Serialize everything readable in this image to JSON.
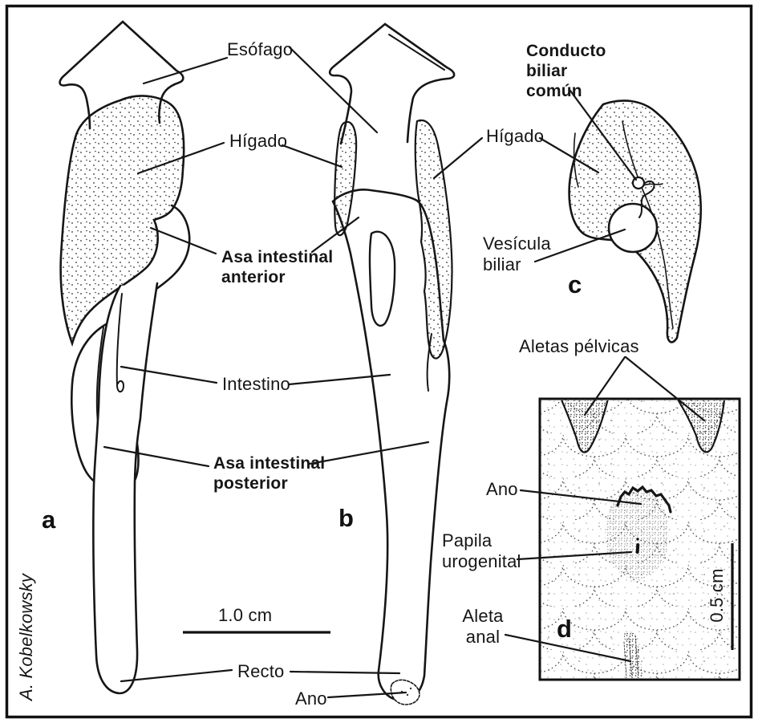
{
  "figure": {
    "credit": "A. Kobelkowsky",
    "colors": {
      "ink": "#161616",
      "paper": "#ffffff"
    },
    "panels": {
      "a": {
        "letter": "a"
      },
      "b": {
        "letter": "b"
      },
      "c": {
        "letter": "c"
      },
      "d": {
        "letter": "d"
      }
    },
    "labels": {
      "esofago": "Esófago",
      "higado_left": "Hígado",
      "higado_right": "Hígado",
      "asa_intestinal_anterior": "Asa intestinal\nanterior",
      "intestino": "Intestino",
      "asa_intestinal_posterior": "Asa intestinal\nposterior",
      "recto": "Recto",
      "ano_main": "Ano",
      "conducto_biliar_comun": "Conducto\nbiliar\ncomún",
      "vesicula_biliar": "Vesícula\nbiliar",
      "aletas_pelvicas": "Aletas pélvicas",
      "ano_inset": "Ano",
      "papila_urogenital": "Papila\nurogenital",
      "aleta_anal": "Aleta\nanal"
    },
    "scale_bars": {
      "main": "1.0 cm",
      "inset": "0.5 cm"
    }
  }
}
